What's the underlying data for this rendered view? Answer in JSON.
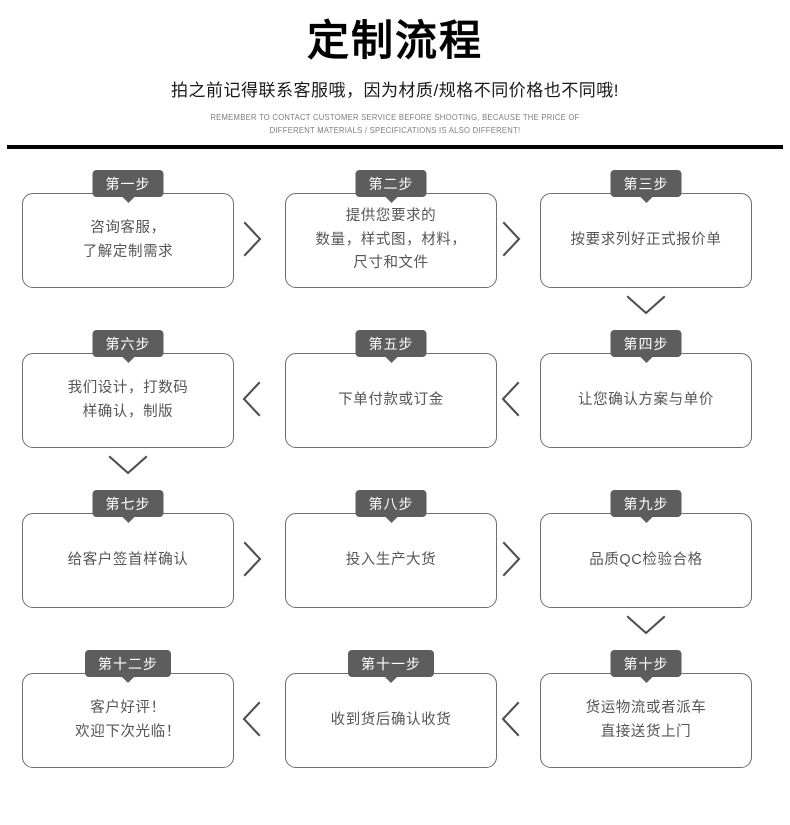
{
  "header": {
    "title": "定制流程",
    "subtitle_cn": "拍之前记得联系客服哦，因为材质/规格不同价格也不同哦!",
    "subtitle_en_line1": "REMEMBER TO CONTACT CUSTOMER SERVICE BEFORE SHOOTING, BECAUSE THE PRICE OF",
    "subtitle_en_line2": "DIFFERENT MATERIALS / SPECIFICATIONS IS ALSO DIFFERENT!"
  },
  "colors": {
    "badge_bg": "#5d5d5d",
    "box_border": "#6e6e6e",
    "text": "#555555",
    "divider": "#000000",
    "title": "#000000",
    "subtitle_en": "#7d7d7d"
  },
  "steps": [
    {
      "badge": "第一步",
      "lines": [
        "咨询客服，",
        "了解定制需求"
      ]
    },
    {
      "badge": "第二步",
      "lines": [
        "提供您要求的",
        "数量，样式图，材料，",
        "尺寸和文件"
      ]
    },
    {
      "badge": "第三步",
      "lines": [
        "按要求列好正式报价单"
      ]
    },
    {
      "badge": "第四步",
      "lines": [
        "让您确认方案与单价"
      ]
    },
    {
      "badge": "第五步",
      "lines": [
        "下单付款或订金"
      ]
    },
    {
      "badge": "第六步",
      "lines": [
        "我们设计，打数码",
        "样确认，制版"
      ]
    },
    {
      "badge": "第七步",
      "lines": [
        "给客户签首样确认"
      ]
    },
    {
      "badge": "第八步",
      "lines": [
        "投入生产大货"
      ]
    },
    {
      "badge": "第九步",
      "lines": [
        "品质QC检验合格"
      ]
    },
    {
      "badge": "第十步",
      "lines": [
        "货运物流或者派车",
        "直接送货上门"
      ]
    },
    {
      "badge": "第十一步",
      "lines": [
        "收到货后确认收货"
      ]
    },
    {
      "badge": "第十二步",
      "lines": [
        "客户好评！",
        "欢迎下次光临！"
      ]
    }
  ],
  "connectors": [
    {
      "name": "arrow-step1-to-step2",
      "direction": "right"
    },
    {
      "name": "arrow-step2-to-step3",
      "direction": "right"
    },
    {
      "name": "arrow-step3-to-step4",
      "direction": "down"
    },
    {
      "name": "arrow-step4-to-step5",
      "direction": "left"
    },
    {
      "name": "arrow-step5-to-step6",
      "direction": "left"
    },
    {
      "name": "arrow-step6-to-step7",
      "direction": "down"
    },
    {
      "name": "arrow-step7-to-step8",
      "direction": "right"
    },
    {
      "name": "arrow-step8-to-step9",
      "direction": "right"
    },
    {
      "name": "arrow-step9-to-step10",
      "direction": "down"
    },
    {
      "name": "arrow-step10-to-step11",
      "direction": "left"
    },
    {
      "name": "arrow-step11-to-step12",
      "direction": "left"
    }
  ]
}
